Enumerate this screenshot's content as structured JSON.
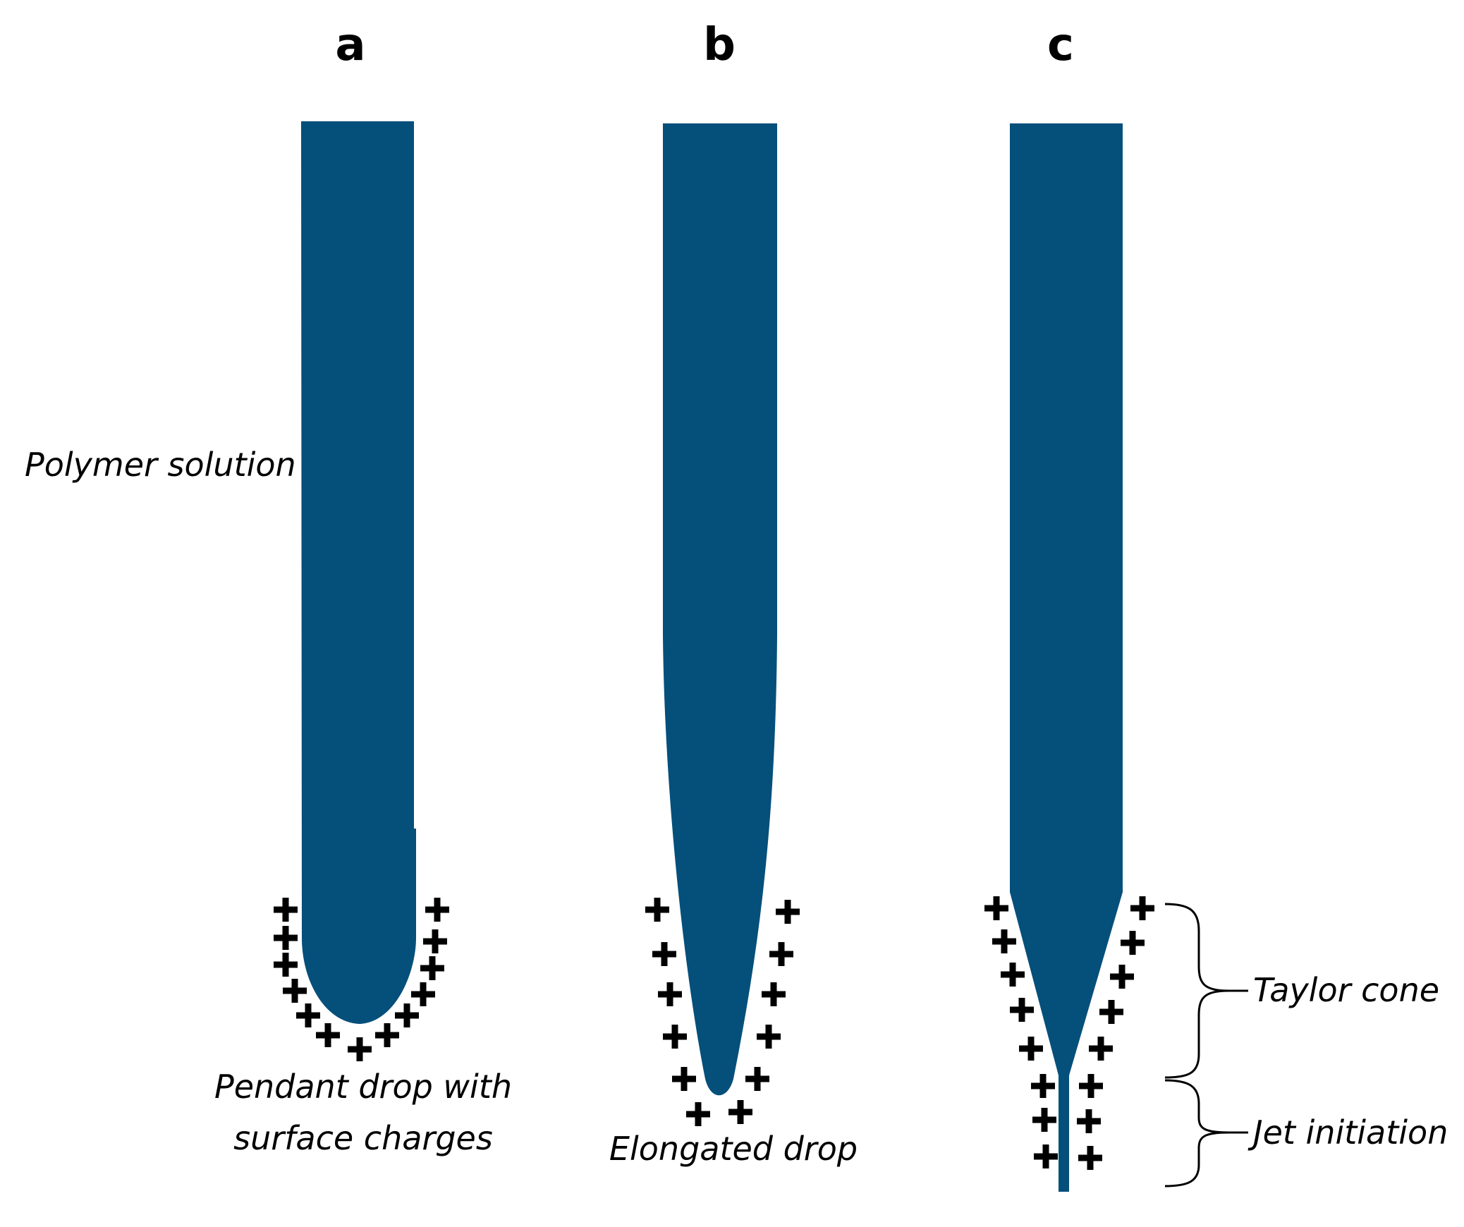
{
  "panels": [
    {
      "label": "a"
    },
    {
      "label": "b"
    },
    {
      "label": "c"
    }
  ],
  "captions": {
    "polymer_solution": "Polymer solution",
    "pendant_drop_line1": "Pendant drop with",
    "pendant_drop_line2": "surface charges",
    "elongated_drop": "Elongated drop",
    "taylor_cone": "Taylor cone",
    "jet_initiation": "Jet initiation"
  },
  "charge_symbol": "+",
  "colors": {
    "polymer": "#054f7b",
    "charges": "#000000",
    "background": "#ffffff"
  },
  "icons": [
    "polymer-column-icon",
    "charge-plus-icon",
    "curly-brace-icon"
  ]
}
